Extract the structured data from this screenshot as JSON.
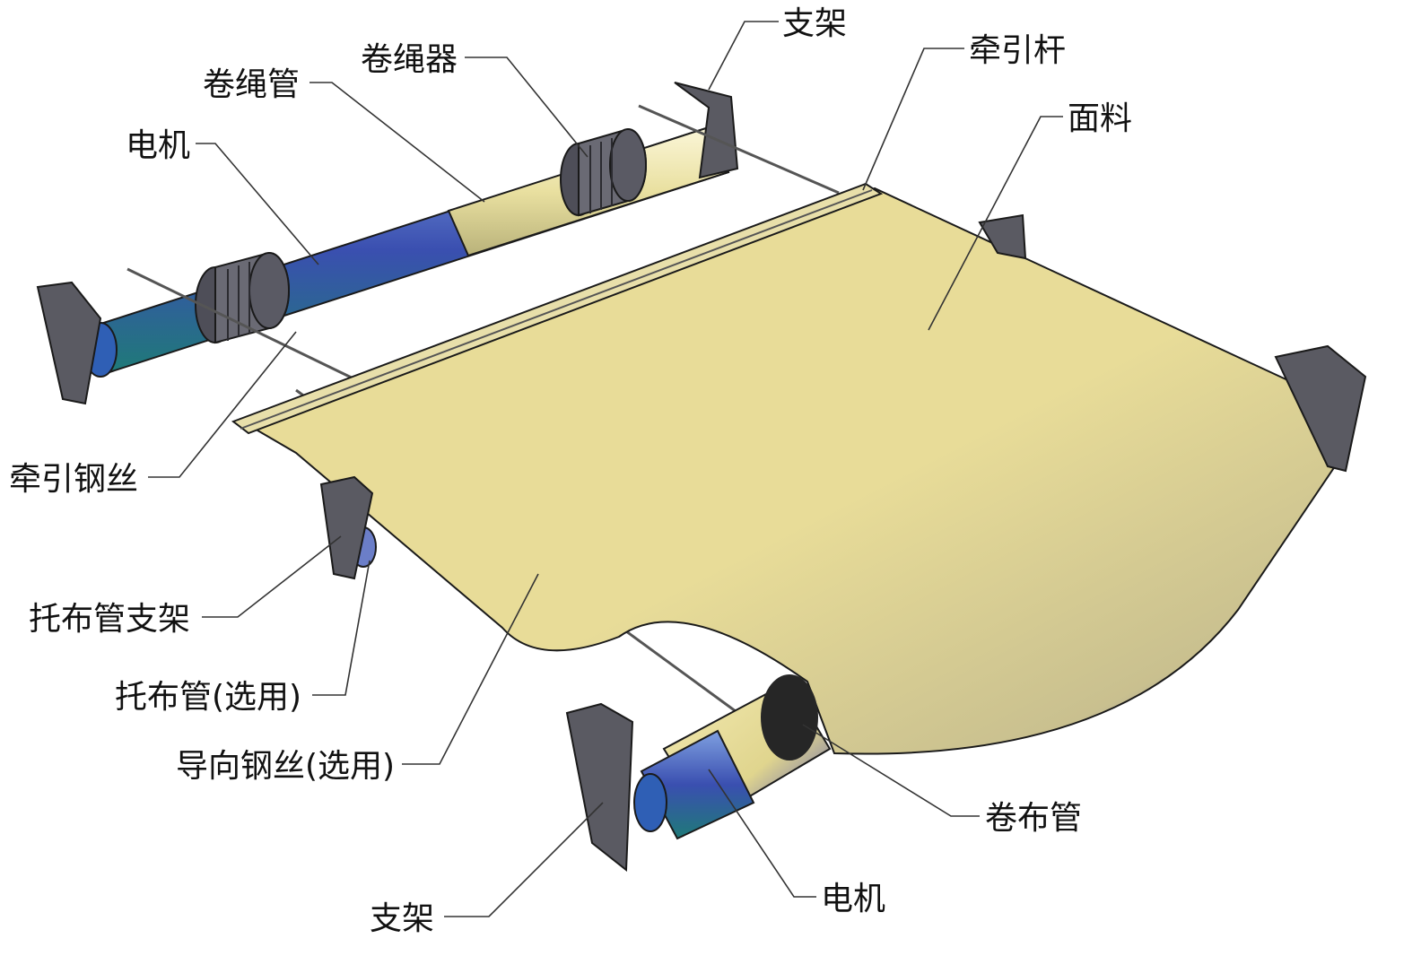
{
  "labels": {
    "top_bracket": "支架",
    "pull_rod": "牵引杆",
    "rope_winder": "卷绳器",
    "rope_tube": "卷绳管",
    "fabric": "面料",
    "motor_top": "电机",
    "pull_wire": "牵引钢丝",
    "support_bracket": "托布管支架",
    "support_tube": "托布管(选用)",
    "guide_wire": "导向钢丝(选用)",
    "fabric_roller": "卷布管",
    "motor_bottom": "电机",
    "bottom_bracket": "支架"
  },
  "colors": {
    "fabric": "#e8dc98",
    "tube_blue": "#3a4fb0",
    "bracket": "#5a5a62",
    "winder": "#4e4e58"
  }
}
